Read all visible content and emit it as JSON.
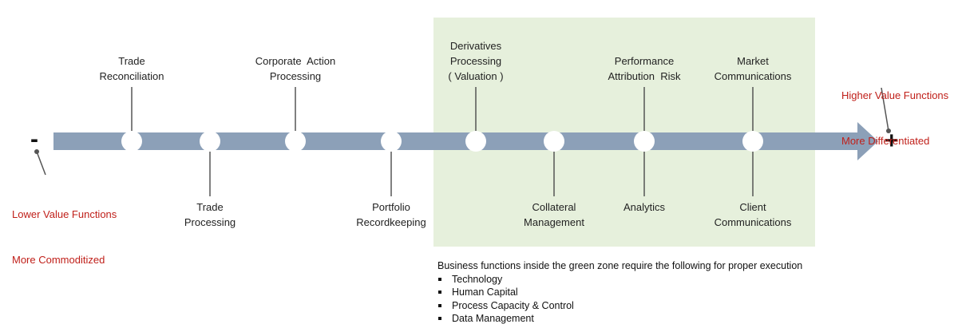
{
  "minus_sign": "-",
  "plus_sign": "+",
  "low_end": {
    "line1": "Lower Value Functions",
    "line2": "More Commoditized"
  },
  "high_end": {
    "line1": "Higher Value Functions",
    "line2": "More Differentiated"
  },
  "colors": {
    "arrow": "#8ca0b8",
    "green_zone": "#e6f0dc",
    "connector": "#555555",
    "accent_red": "#c0201a"
  },
  "functions": [
    {
      "id": "trade-reconciliation",
      "lines": [
        "Trade",
        "Reconciliation"
      ],
      "side": "above",
      "in_green_zone": false
    },
    {
      "id": "trade-processing",
      "lines": [
        "Trade",
        "Processing"
      ],
      "side": "below",
      "in_green_zone": false
    },
    {
      "id": "corporate-action-processing",
      "lines": [
        "Corporate  Action",
        "Processing"
      ],
      "side": "above",
      "in_green_zone": false
    },
    {
      "id": "portfolio-recordkeeping",
      "lines": [
        "Portfolio",
        "Recordkeeping"
      ],
      "side": "below",
      "in_green_zone": false
    },
    {
      "id": "derivatives-processing",
      "lines": [
        "Derivatives",
        "Processing",
        "( Valuation )"
      ],
      "side": "above",
      "in_green_zone": true
    },
    {
      "id": "collateral-management",
      "lines": [
        "Collateral",
        "Management"
      ],
      "side": "below",
      "in_green_zone": true
    },
    {
      "id": "performance-attribution-risk",
      "lines": [
        "Performance",
        "Attribution  Risk"
      ],
      "side": "above",
      "in_green_zone": true
    },
    {
      "id": "analytics",
      "lines": [
        "Analytics"
      ],
      "side": "below",
      "in_green_zone": true
    },
    {
      "id": "market-communications",
      "lines": [
        "Market",
        "Communications"
      ],
      "side": "above",
      "in_green_zone": true
    },
    {
      "id": "client-communications",
      "lines": [
        "Client",
        "Communications"
      ],
      "side": "below",
      "in_green_zone": true
    }
  ],
  "note": {
    "heading": "Business functions  inside  the green zone require the following  for proper execution",
    "items": [
      "Technology",
      "Human Capital",
      "Process Capacity & Control",
      "Data Management"
    ]
  }
}
